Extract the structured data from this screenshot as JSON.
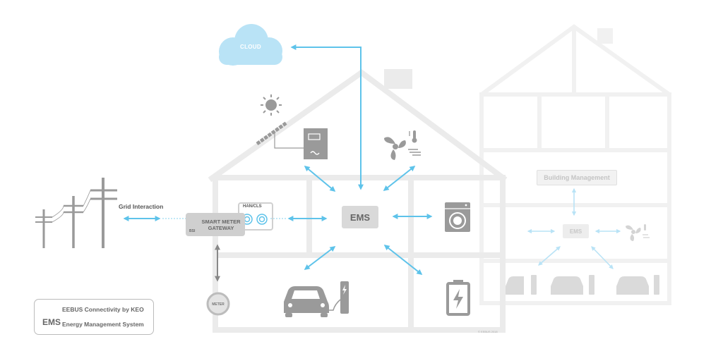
{
  "labels": {
    "cloud": "CLOUD",
    "grid_interaction": "Grid Interaction",
    "ems": "EMS",
    "smart_meter_gateway": "SMART METER GATEWAY",
    "bsi": "BSI",
    "han_cls": "HAN/CLS",
    "meter": "METER",
    "building_management": "Building Management",
    "ems_building": "EMS",
    "copyright": "© EEBUS 2018"
  },
  "legend": {
    "connectivity": "EEBUS Connectivity by KEO",
    "abbr": "EMS",
    "abbr_meaning": "Energy Management System"
  },
  "icons": [
    "cloud-icon",
    "sun-icon",
    "solar-panel-icon",
    "inverter-icon",
    "fan-icon",
    "thermometer-icon",
    "washing-machine-icon",
    "battery-icon",
    "car-icon",
    "charger-icon",
    "power-pole-icon",
    "lock-icon",
    "meter-icon"
  ],
  "colors": {
    "eebus_blue": "#5ec3ea",
    "cloud": "#b9e3f6",
    "house_outline": "#ebebeb",
    "device_gray": "#9a9a9a",
    "box_gray": "#d9d9d9"
  }
}
